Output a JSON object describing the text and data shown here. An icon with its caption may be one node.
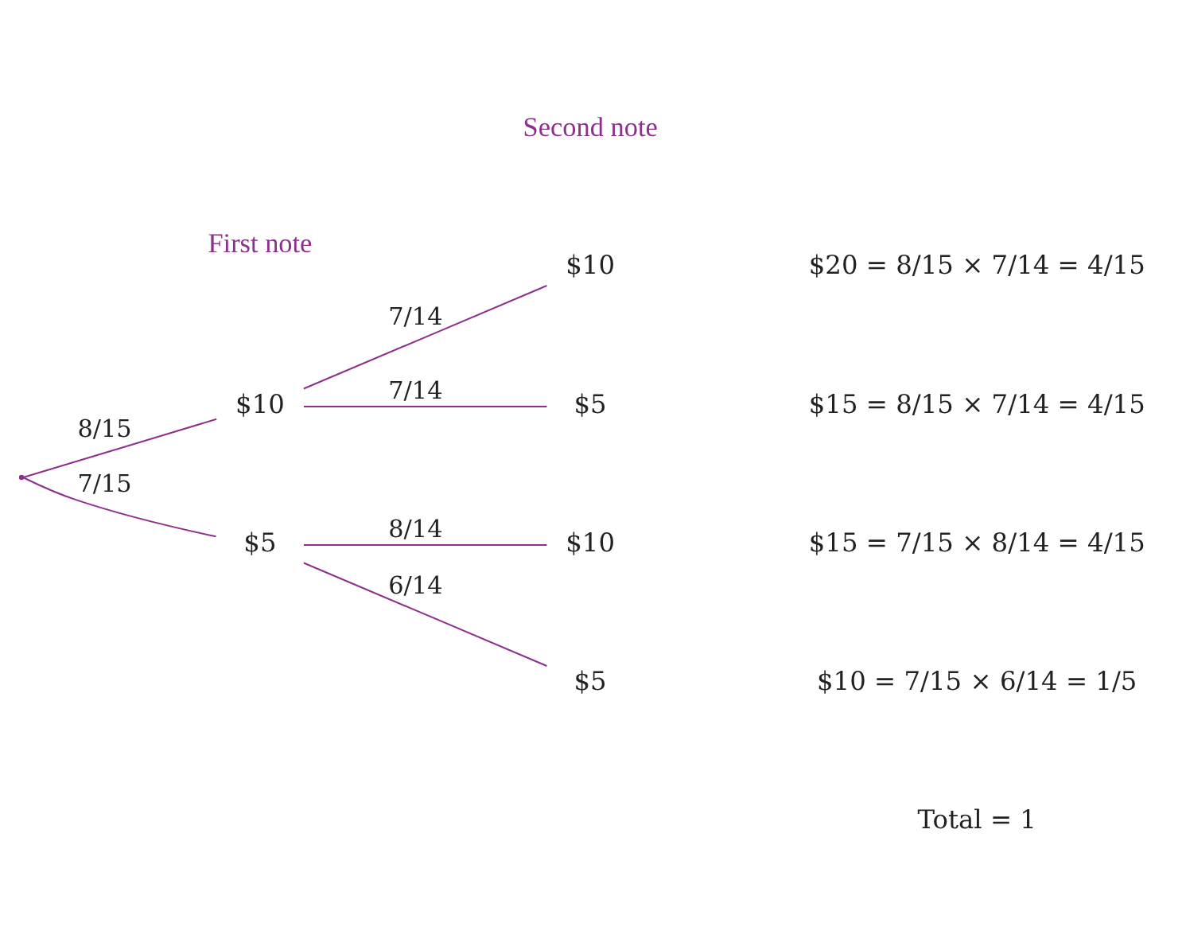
{
  "diagram": {
    "nodes": [
      {
        "text": [],
        "shape": "point"
      },
      {
        "text": [
          "$10"
        ]
      },
      {
        "text": [
          "$5"
        ]
      },
      {
        "text": [
          "$10"
        ]
      },
      {
        "text": [
          "$5"
        ]
      },
      {
        "text": [
          "$10"
        ]
      },
      {
        "text": [
          "$5"
        ]
      }
    ],
    "edges": [
      {
        "from": 0,
        "to": 1,
        "arrow": "none",
        "label": "8/15"
      },
      {
        "from": 0,
        "to": 2,
        "arrow": "none",
        "label": "7/15"
      },
      {
        "from": 1,
        "to": 3,
        "arrow": "none",
        "label": "7/14"
      },
      {
        "from": 1,
        "to": 4,
        "arrow": "none",
        "label": "7/14"
      },
      {
        "from": 2,
        "to": 5,
        "arrow": "none",
        "label": "8/14"
      },
      {
        "from": 2,
        "to": 6,
        "arrow": "none",
        "label": "6/14"
      }
    ],
    "labels": [
      "First note",
      "Second note",
      "$20 = 8/15 × 7/14 = 4/15",
      "$15 = 8/15 × 7/14 = 4/15",
      "$15 = 7/15 × 8/14 = 4/15",
      "$10 = 7/15 × 6/14 = 1/5",
      "Total = 1"
    ]
  }
}
